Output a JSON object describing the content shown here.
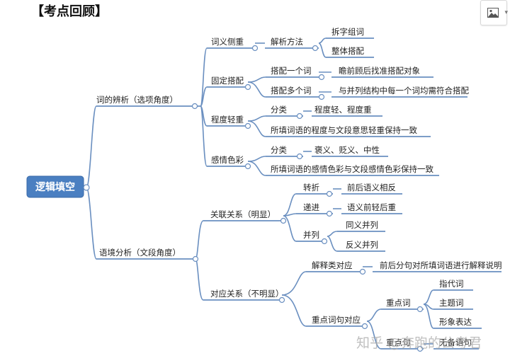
{
  "header": {
    "title": "【考点回顾】"
  },
  "toolbar": {
    "image_icon": "image-icon",
    "dropdown_icon": "chevron-down-icon"
  },
  "watermark": "知乎 @奔跑的公考君",
  "colors": {
    "line": "#6a8fc0",
    "root_fill": "#4a7fc1"
  },
  "nodes": {
    "root": "逻辑填空",
    "b1": "词的辨析（选项角度）",
    "b1_1": "词义侧重",
    "b1_1_1": "解析方法",
    "b1_1_1_1": "拆字组词",
    "b1_1_1_2": "整体搭配",
    "b1_2": "固定搭配",
    "b1_2_1": "搭配一个词",
    "b1_2_1_1": "瞻前顾后找准搭配对象",
    "b1_2_2": "搭配多个词",
    "b1_2_2_1": "与并列结构中每一个词均需符合搭配",
    "b1_3": "程度轻重",
    "b1_3_1": "分类",
    "b1_3_1_1": "程度轻、程度重",
    "b1_3_2": "所填词语的程度与文段意思轻重保持一致",
    "b1_4": "感情色彩",
    "b1_4_1": "分类",
    "b1_4_1_1": "褒义、贬义、中性",
    "b1_4_2": "所填词语的感情色彩与文段感情色彩保持一致",
    "b2": "语境分析（文段角度）",
    "b2_1": "关联关系（明显）",
    "b2_1_1": "转折",
    "b2_1_1_1": "前后语义相反",
    "b2_1_2": "递进",
    "b2_1_2_1": "语义前轻后重",
    "b2_1_3": "并列",
    "b2_1_3_1": "同义并列",
    "b2_1_3_2": "反义并列",
    "b2_2": "对应关系（不明显）",
    "b2_2_1": "解释类对应",
    "b2_2_1_1": "前后分句对所填词语进行解释说明",
    "b2_2_2": "重点词句对应",
    "b2_2_2_1": "重点词",
    "b2_2_2_1_1": "指代词",
    "b2_2_2_1_2": "主题词",
    "b2_2_2_1_3": "形象表达",
    "b2_2_2_2": "重点句",
    "b2_2_2_2_1": "无备语句"
  }
}
